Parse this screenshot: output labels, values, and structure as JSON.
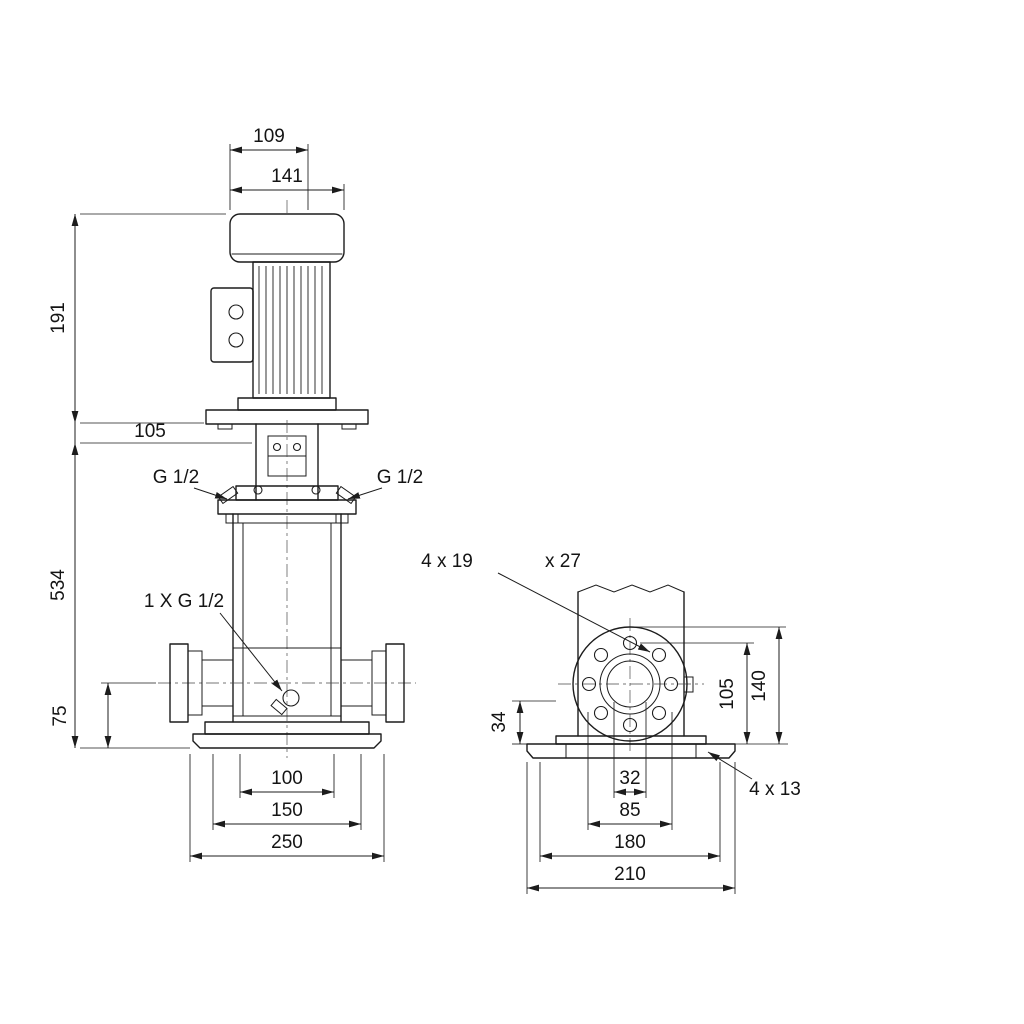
{
  "figure": {
    "type": "technical-dimension-drawing",
    "subject": "vertical multistage centrifugal pump, two views with dimensions",
    "line_color": "#1c1c1c",
    "background_color": "#ffffff",
    "units_note": ""
  },
  "front_view": {
    "dim_109": "109",
    "dim_141": "141",
    "dim_191": "191",
    "dim_105": "105",
    "dim_534": "534",
    "dim_75": "75",
    "dim_100": "100",
    "dim_150": "150",
    "dim_250": "250",
    "plug_left": "G 1/2",
    "plug_right": "G 1/2",
    "drain_label": "1 X G 1/2"
  },
  "side_view": {
    "flange_holes_a": "4 x 19",
    "flange_holes_b": "x 27",
    "dim_34": "34",
    "dim_105": "105",
    "dim_140": "140",
    "dim_32": "32",
    "dim_85": "85",
    "dim_180": "180",
    "dim_210": "210",
    "base_holes": "4 x 13"
  }
}
